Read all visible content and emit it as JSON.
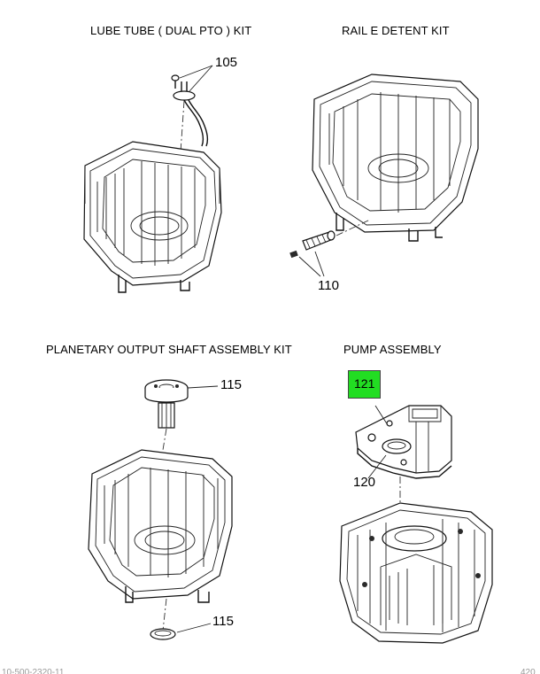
{
  "panels": [
    {
      "title": "LUBE TUBE ( DUAL PTO ) KIT",
      "callouts": [
        "105"
      ]
    },
    {
      "title": "RAIL E DETENT KIT",
      "callouts": [
        "110"
      ]
    },
    {
      "title": "PLANETARY OUTPUT SHAFT ASSEMBLY KIT",
      "callouts": [
        "115",
        "115"
      ]
    },
    {
      "title": "PUMP ASSEMBLY",
      "callouts": [
        "121",
        "120"
      ]
    }
  ],
  "highlight_color": "#22dd22",
  "footer": {
    "left": "10-500-2320-11",
    "right": "420"
  }
}
